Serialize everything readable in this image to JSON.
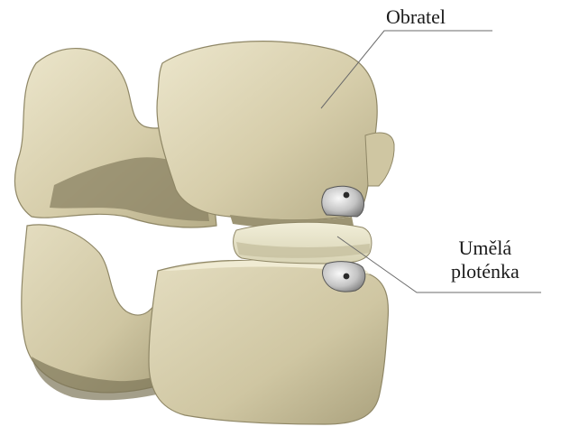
{
  "labels": {
    "vertebra": "Obratel",
    "disc_line1": "Umělá",
    "disc_line2": "ploténka"
  },
  "colors": {
    "bone": "#dcd4b4",
    "bone_shadow": "#8f8766",
    "bone_dark": "#5e5842",
    "disc": "#e6e2c8",
    "implant_metal": "#c9c9c9",
    "leader_line": "#6b6b6b",
    "background": "#ffffff"
  }
}
